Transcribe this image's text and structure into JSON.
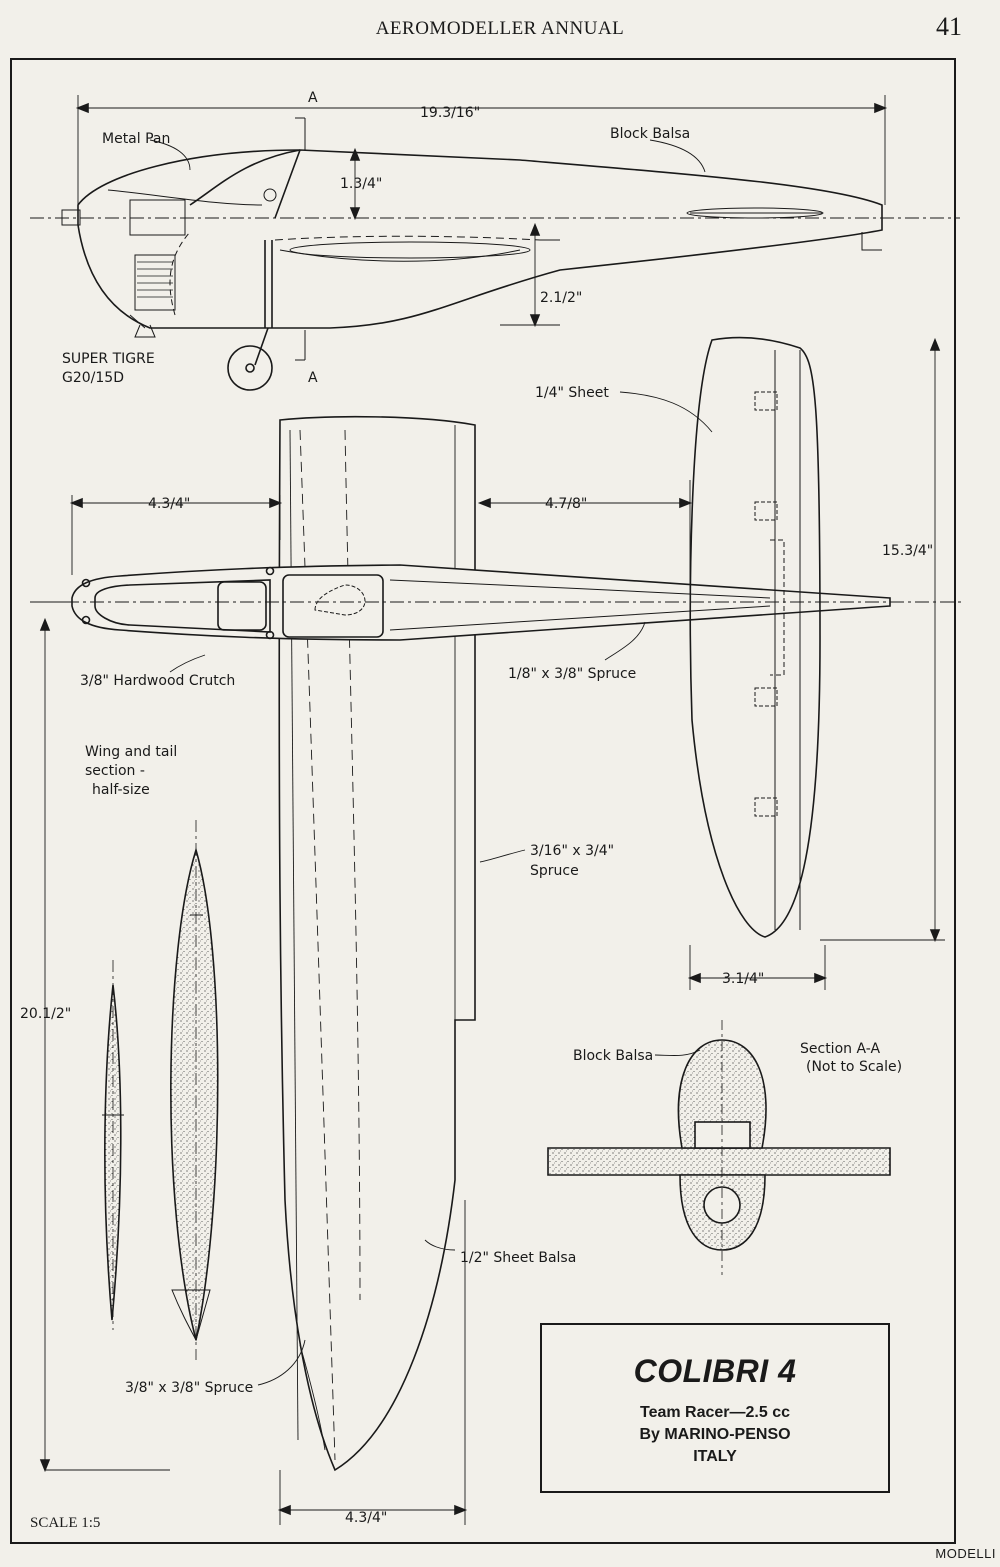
{
  "header": {
    "title": "AEROMODELLER ANNUAL",
    "page_number": "41"
  },
  "drawing": {
    "side_view": {
      "overall_length": "19.3/16\"",
      "section_mark": "A",
      "labels": {
        "metal_pan": "Metal Pan",
        "block_balsa": "Block Balsa",
        "height_upper": "1.3/4\"",
        "height_lower": "2.1/2\"",
        "engine_line1": "SUPER TIGRE",
        "engine_line2": "G20/15D"
      }
    },
    "plan_view": {
      "labels": {
        "left_span": "4.3/4\"",
        "right_span": "4.7/8\"",
        "crutch": "3/8\" Hardwood Crutch",
        "spruce_long": "1/8\" x 3/8\" Spruce",
        "spar": "3/16\" x 3/4\"",
        "spar_line2": "Spruce",
        "sheet_wing": "1/2\" Sheet  Balsa",
        "leading_edge": "3/8\" x 3/8\" Spruce",
        "wing_length": "20.1/2\"",
        "root_width": "4.3/4\""
      }
    },
    "tail_view": {
      "labels": {
        "sheet": "1/4\" Sheet",
        "span": "15.3/4\"",
        "chord": "3.1/4\""
      }
    },
    "sections": {
      "caption_line1": "Wing and tail",
      "caption_line2": "section -",
      "caption_line3": "half-size"
    },
    "section_aa": {
      "block_balsa": "Block Balsa",
      "title": "Section A-A",
      "note": "(Not to Scale)"
    }
  },
  "title_block": {
    "name": "COLIBRI 4",
    "line1": "Team Racer—2.5 cc",
    "line2": "By MARINO-PENSO",
    "line3": "ITALY"
  },
  "footer": {
    "scale": "SCALE 1:5",
    "credit": "MODELLI"
  }
}
